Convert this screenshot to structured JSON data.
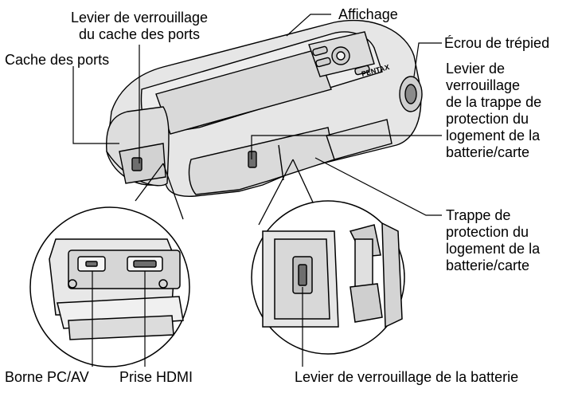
{
  "labels": {
    "port_cover_lock_lever": [
      "Levier de verrouillage",
      "du cache des ports"
    ],
    "port_cover": "Cache des ports",
    "display": "Affichage",
    "tripod_socket": "Écrou de trépied",
    "battery_door_lock_lever": [
      "Levier de",
      "verrouillage",
      "de la trappe de",
      "protection du",
      "logement de la",
      "batterie/carte"
    ],
    "battery_door": [
      "Trappe de",
      "protection du",
      "logement de la",
      "batterie/carte"
    ],
    "pc_av_terminal": "Borne PC/AV",
    "hdmi_terminal": "Prise HDMI",
    "battery_lock_lever": "Levier de verrouillage de la batterie"
  },
  "brand": "PENTAX",
  "colors": {
    "line": "#000000",
    "body_fill": "#e6e6e6",
    "shade": "#c8c8c8",
    "dark": "#6e6e6e"
  }
}
